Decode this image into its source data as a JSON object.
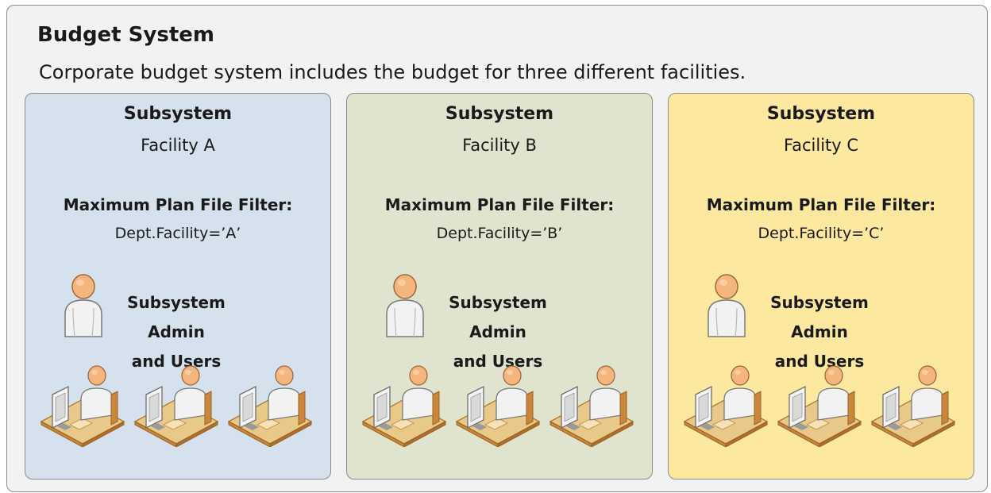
{
  "diagram": {
    "title": "Budget System",
    "subtitle": "Corporate budget system includes the budget for three different facilities.",
    "panels": [
      {
        "heading": "Subsystem",
        "name": "Facility A",
        "filter_heading": "Maximum Plan File Filter:",
        "filter_value": "Dept.Facility=’A’",
        "admin_line1": "Subsystem Admin",
        "admin_line2": "and Users",
        "color": "#d5e1ec",
        "icons": [
          "admin-user-icon",
          "workstation-user-icon"
        ]
      },
      {
        "heading": "Subsystem",
        "name": "Facility B",
        "filter_heading": "Maximum Plan File Filter:",
        "filter_value": "Dept.Facility=’B’",
        "admin_line1": "Subsystem Admin",
        "admin_line2": "and Users",
        "color": "#e0e4cf",
        "icons": [
          "admin-user-icon",
          "workstation-user-icon"
        ]
      },
      {
        "heading": "Subsystem",
        "name": "Facility C",
        "filter_heading": "Maximum Plan File Filter:",
        "filter_value": "Dept.Facility=’C’",
        "admin_line1": "Subsystem Admin",
        "admin_line2": "and Users",
        "color": "#fde89f",
        "icons": [
          "admin-user-icon",
          "workstation-user-icon"
        ]
      }
    ],
    "colors": {
      "background": "#f2f2f2",
      "border": "#8c8c8c",
      "person_head": "#f5b67e",
      "person_body": "#f2f2f2",
      "desk": "#e8c98a"
    }
  }
}
